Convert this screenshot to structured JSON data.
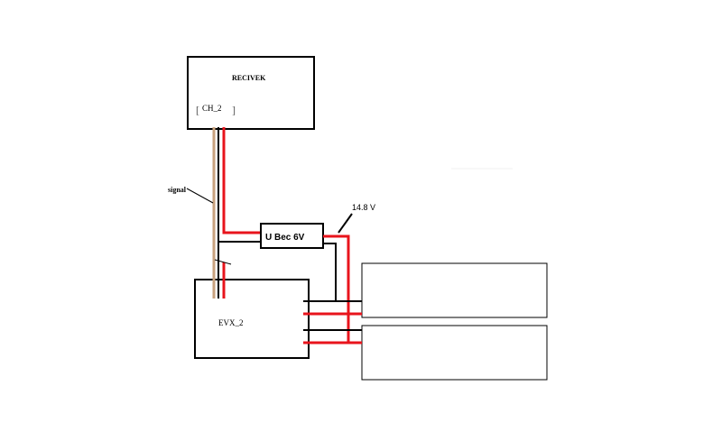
{
  "diagram": {
    "receiver_label": "RECIVEK",
    "channel_label": "CH_2",
    "channel_bracket_open": "[",
    "channel_bracket_close": "]",
    "signal_label": "signal",
    "ubec_label": "U Bec 6V",
    "voltage_label": "14.8 V",
    "esc_label": "EVX_2"
  },
  "colors": {
    "power_wire": "#e8141c",
    "ground_wire": "#000000",
    "signal_wire": "#c8a27e",
    "outline": "#000000"
  }
}
